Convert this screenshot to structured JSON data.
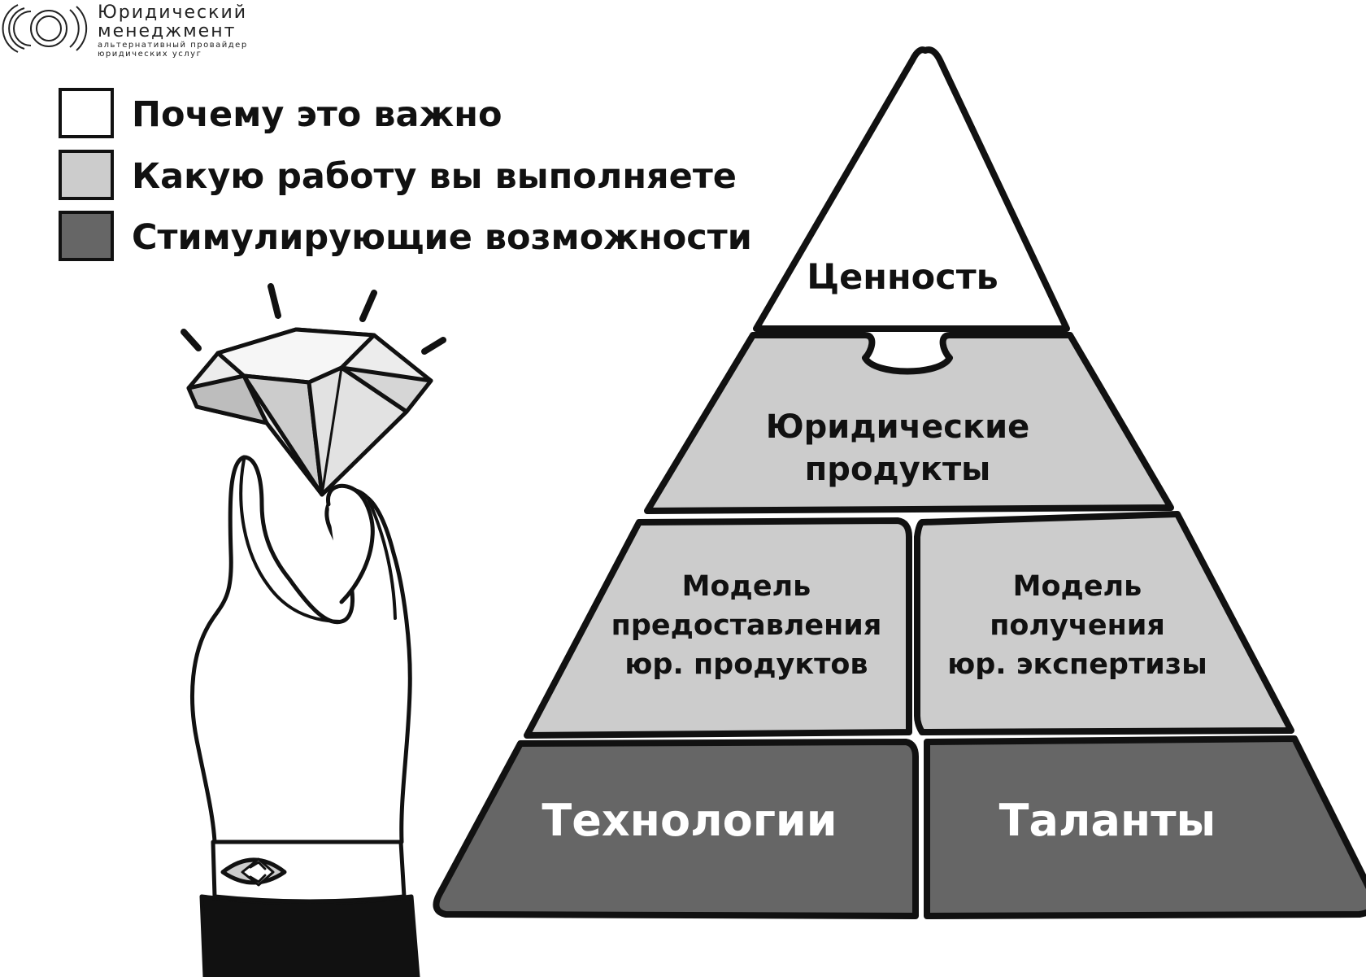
{
  "logo": {
    "title_line1": "Юридический",
    "title_line2": "менеджмент",
    "tagline_line1": "альтернативный провайдер",
    "tagline_line2": "юридических услуг"
  },
  "legend": [
    {
      "label": "Почему это важно",
      "color": "#ffffff"
    },
    {
      "label": "Какую работу вы выполняете",
      "color": "#cccccc"
    },
    {
      "label": "Стимулирующие возможности",
      "color": "#666666"
    }
  ],
  "pyramid": {
    "top": {
      "label": "Ценность"
    },
    "products": {
      "line1": "Юридические",
      "line2": "продукты"
    },
    "delivery_model": {
      "line1": "Модель",
      "line2": "предоставления",
      "line3": "юр. продуктов"
    },
    "expertise_model": {
      "line1": "Модель",
      "line2": "получения",
      "line3": "юр. экспертизы"
    },
    "technology": {
      "label": "Технологии"
    },
    "talents": {
      "label": "Таланты"
    }
  },
  "colors": {
    "value_tier": "#ffffff",
    "work_tier": "#cccccc",
    "enabler_tier": "#666666",
    "outline": "#111111",
    "enabler_text": "#ffffff"
  }
}
